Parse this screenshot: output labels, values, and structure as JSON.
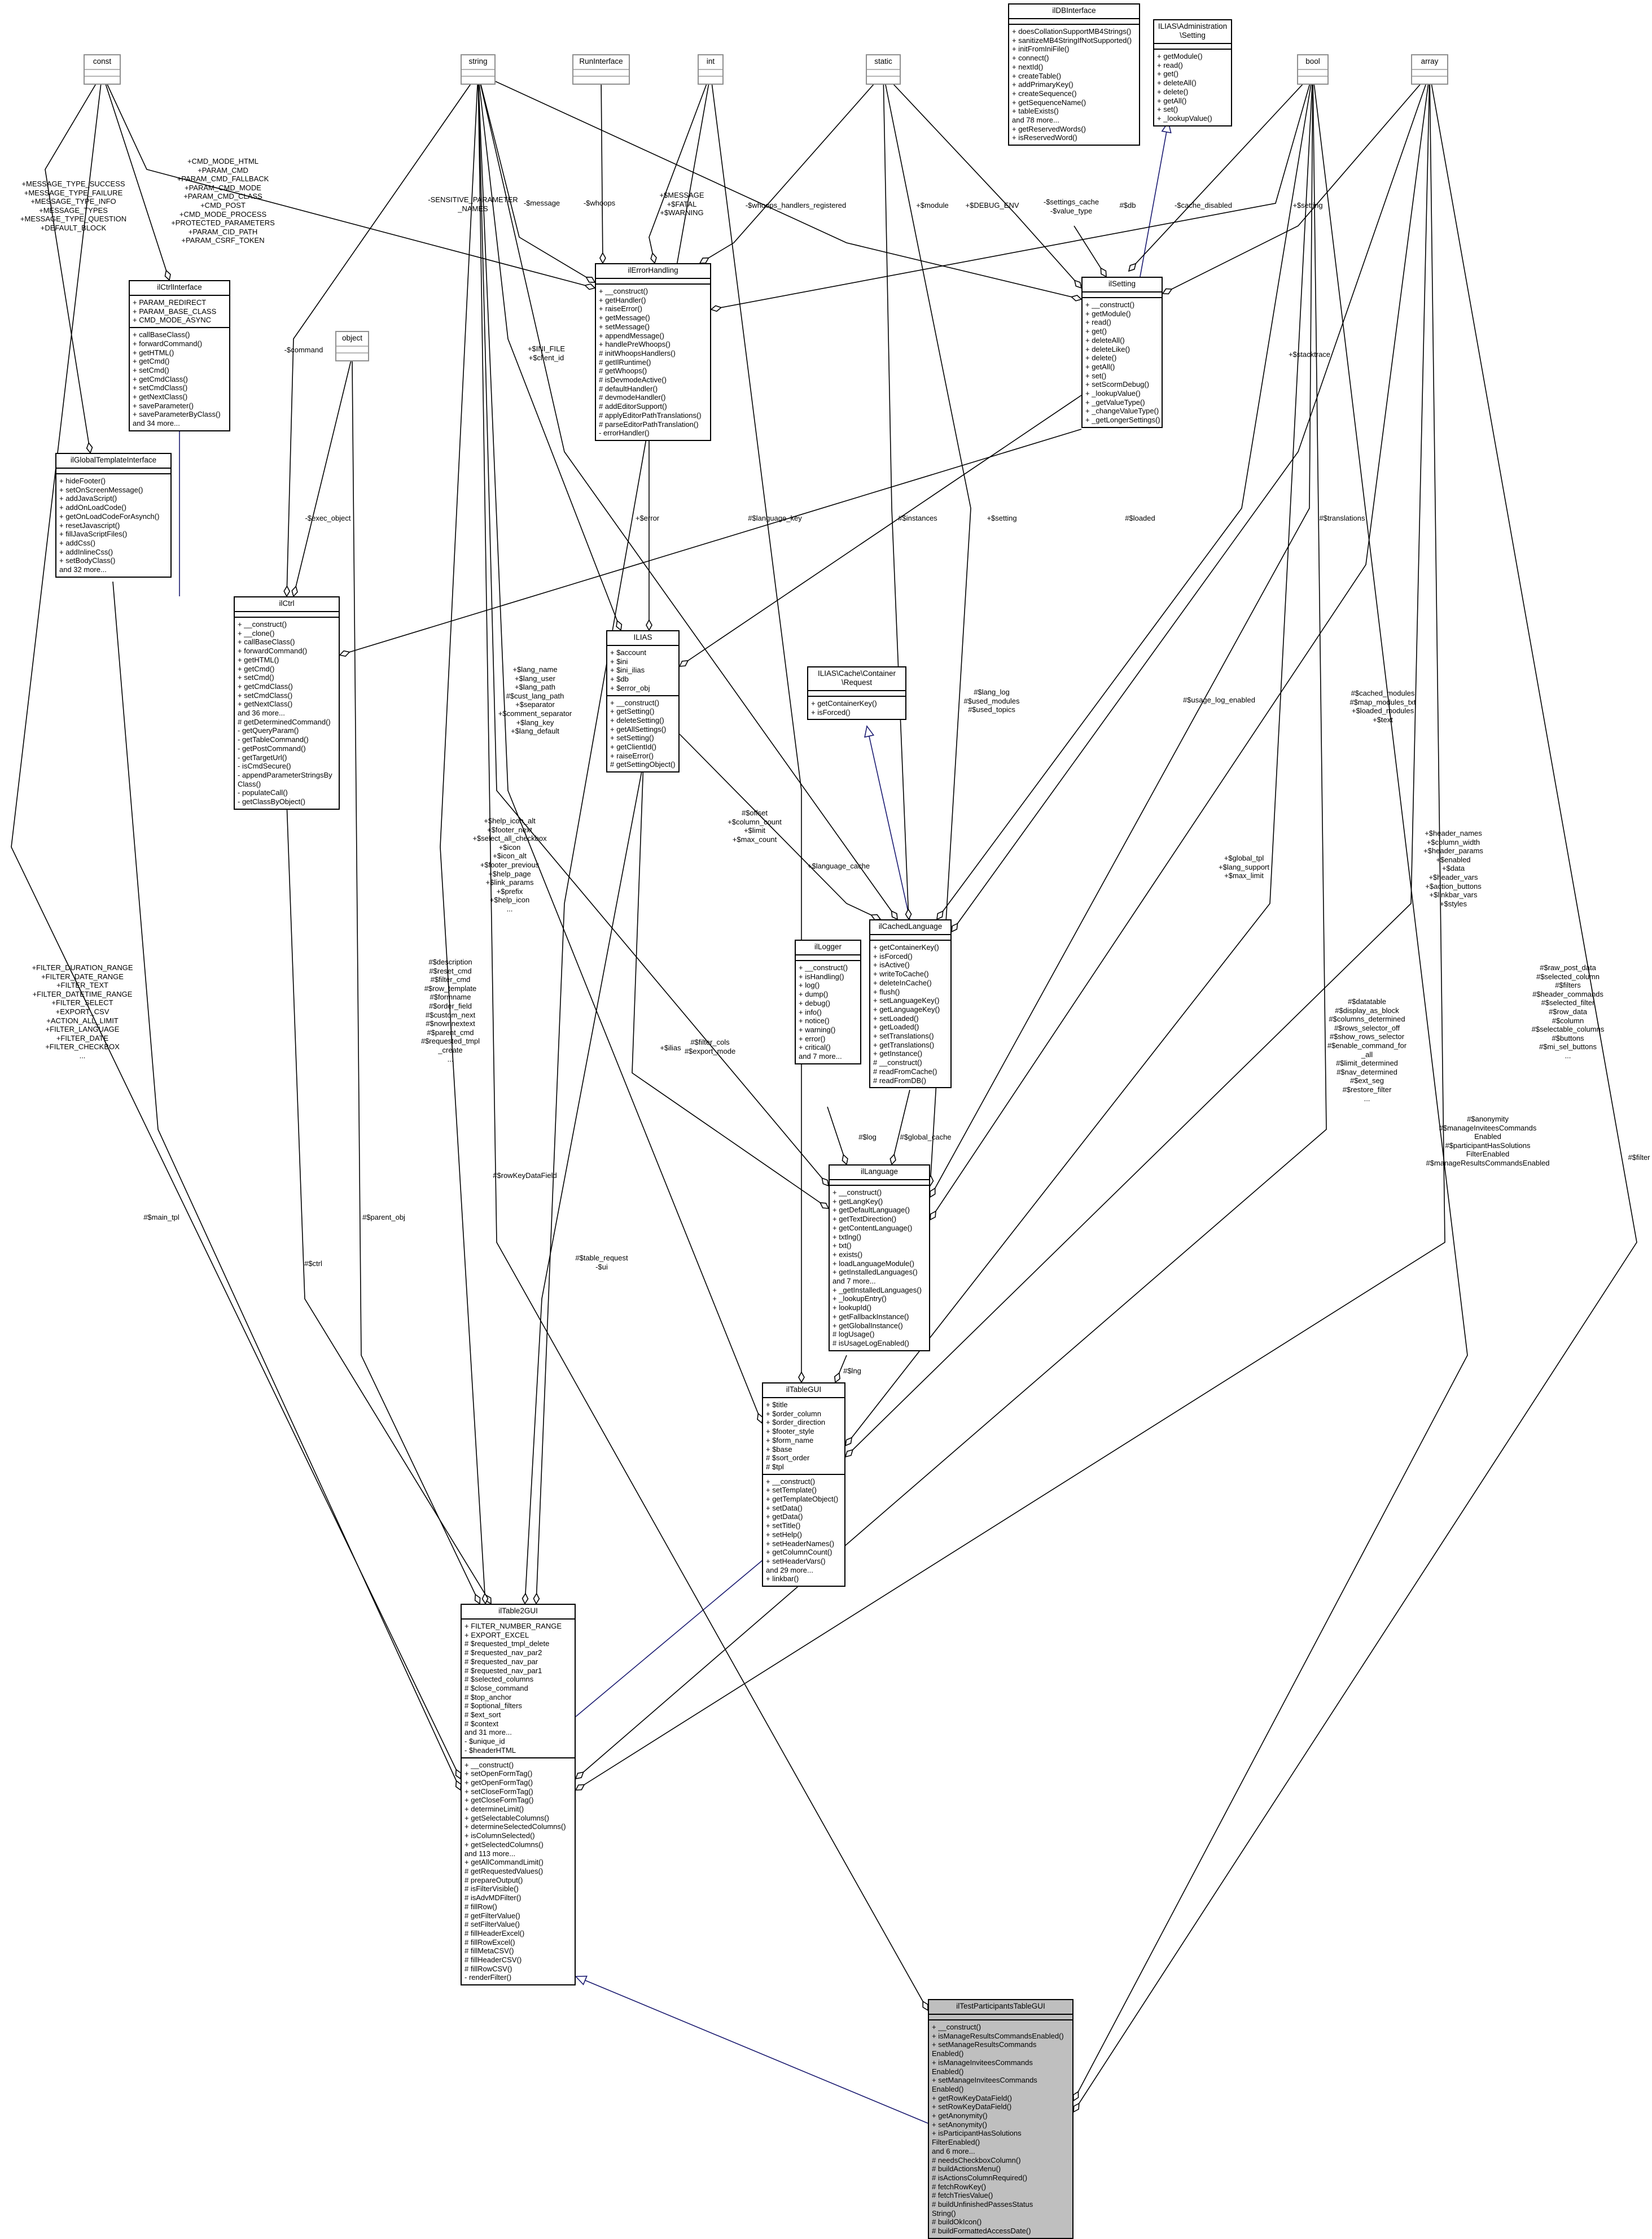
{
  "diagram": {
    "title": "",
    "nodes": {
      "const": {
        "title": "const",
        "attrs": [],
        "ops": []
      },
      "string": {
        "title": "string",
        "attrs": [],
        "ops": []
      },
      "runinterface": {
        "title": "RunInterface",
        "attrs": [],
        "ops": []
      },
      "int": {
        "title": "int",
        "attrs": [],
        "ops": []
      },
      "static": {
        "title": "static",
        "attrs": [],
        "ops": []
      },
      "ildbinterface": {
        "title": "ilDBInterface",
        "attrs": [],
        "ops": [
          "+ doesCollationSupportMB4Strings()",
          "+ sanitizeMB4StringIfNotSupported()",
          "+ initFromIniFile()",
          "+ connect()",
          "+ nextId()",
          "+ createTable()",
          "+ addPrimaryKey()",
          "+ createSequence()",
          "+ getSequenceName()",
          "+ tableExists()",
          "and 78 more...",
          "+ getReservedWords()",
          "+ isReservedWord()"
        ]
      },
      "iliasadminsetting": {
        "title": "ILIAS\\Administration\n\\Setting",
        "attrs": [],
        "ops": [
          "+ getModule()",
          "+ read()",
          "+ get()",
          "+ deleteAll()",
          "+ delete()",
          "+ getAll()",
          "+ set()",
          "+ _lookupValue()"
        ]
      },
      "bool": {
        "title": "bool",
        "attrs": [],
        "ops": []
      },
      "array": {
        "title": "array",
        "attrs": [],
        "ops": []
      },
      "object": {
        "title": "object",
        "attrs": [],
        "ops": []
      },
      "ilctrlinterface": {
        "title": "ilCtrlInterface",
        "attrs": [
          "+ PARAM_REDIRECT",
          "+ PARAM_BASE_CLASS",
          "+ CMD_MODE_ASYNC"
        ],
        "ops": [
          "+ callBaseClass()",
          "+ forwardCommand()",
          "+ getHTML()",
          "+ getCmd()",
          "+ setCmd()",
          "+ getCmdClass()",
          "+ setCmdClass()",
          "+ getNextClass()",
          "+ saveParameter()",
          "+ saveParameterByClass()",
          "and 34 more..."
        ]
      },
      "ilglobaltemplateinterface": {
        "title": "ilGlobalTemplateInterface",
        "attrs": [],
        "ops": [
          "+ hideFooter()",
          "+ setOnScreenMessage()",
          "+ addJavaScript()",
          "+ addOnLoadCode()",
          "+ getOnLoadCodeForAsynch()",
          "+ resetJavascript()",
          "+ fillJavaScriptFiles()",
          "+ addCss()",
          "+ addInlineCss()",
          "+ setBodyClass()",
          "and 32 more..."
        ]
      },
      "ilerrorhandling": {
        "title": "ilErrorHandling",
        "attrs": [],
        "ops": [
          "+ __construct()",
          "+ getHandler()",
          "+ raiseError()",
          "+ getMessage()",
          "+ setMessage()",
          "+ appendMessage()",
          "+ handlePreWhoops()",
          "# initWhoopsHandlers()",
          "# getIlRuntime()",
          "# getWhoops()",
          "# isDevmodeActive()",
          "# defaultHandler()",
          "# devmodeHandler()",
          "# addEditorSupport()",
          "# applyEditorPathTranslations()",
          "# parseEditorPathTranslation()",
          "- errorHandler()"
        ]
      },
      "ilsetting": {
        "title": "ilSetting",
        "attrs": [],
        "ops": [
          "+ __construct()",
          "+ getModule()",
          "+ read()",
          "+ get()",
          "+ deleteAll()",
          "+ deleteLike()",
          "+ delete()",
          "+ getAll()",
          "+ set()",
          "+ setScormDebug()",
          "+ _lookupValue()",
          "+ _getValueType()",
          "+ _changeValueType()",
          "+ _getLongerSettings()"
        ]
      },
      "ilctrl": {
        "title": "ilCtrl",
        "attrs": [],
        "ops": [
          "+ __construct()",
          "+ __clone()",
          "+ callBaseClass()",
          "+ forwardCommand()",
          "+ getHTML()",
          "+ getCmd()",
          "+ setCmd()",
          "+ getCmdClass()",
          "+ setCmdClass()",
          "+ getNextClass()",
          "and 36 more...",
          "# getDeterminedCommand()",
          "- getQueryParam()",
          "- getTableCommand()",
          "- getPostCommand()",
          "- getTargetUrl()",
          "- isCmdSecure()",
          "- appendParameterStringsBy",
          "Class()",
          "- populateCall()",
          "- getClassByObject()"
        ]
      },
      "ilias": {
        "title": "ILIAS",
        "attrs": [
          "+ $account",
          "+ $ini",
          "+ $ini_ilias",
          "+ $db",
          "+ $error_obj"
        ],
        "ops": [
          "+ __construct()",
          "+ getSetting()",
          "+ deleteSetting()",
          "+ getAllSettings()",
          "+ setSetting()",
          "+ getClientId()",
          "+ raiseError()",
          "# getSettingObject()"
        ]
      },
      "iliascache": {
        "title": "ILIAS\\Cache\\Container\n\\Request",
        "attrs": [],
        "ops": [
          "+ getContainerKey()",
          "+ isForced()"
        ]
      },
      "ilcachedlanguage": {
        "title": "ilCachedLanguage",
        "attrs": [],
        "ops": [
          "+ getContainerKey()",
          "+ isForced()",
          "+ isActive()",
          "+ writeToCache()",
          "+ deleteInCache()",
          "+ flush()",
          "+ setLanguageKey()",
          "+ getLanguageKey()",
          "+ setLoaded()",
          "+ getLoaded()",
          "+ setTranslations()",
          "+ getTranslations()",
          "+ getInstance()",
          "# __construct()",
          "# readFromCache()",
          "# readFromDB()"
        ]
      },
      "illogger": {
        "title": "ilLogger",
        "attrs": [],
        "ops": [
          "+ __construct()",
          "+ isHandling()",
          "+ log()",
          "+ dump()",
          "+ debug()",
          "+ info()",
          "+ notice()",
          "+ warning()",
          "+ error()",
          "+ critical()",
          "and 7 more..."
        ]
      },
      "illanguage": {
        "title": "ilLanguage",
        "attrs": [],
        "ops": [
          "+ __construct()",
          "+ getLangKey()",
          "+ getDefaultLanguage()",
          "+ getTextDirection()",
          "+ getContentLanguage()",
          "+ txtlng()",
          "+ txt()",
          "+ exists()",
          "+ loadLanguageModule()",
          "+ getInstalledLanguages()",
          "and 7 more...",
          "+ _getInstalledLanguages()",
          "+ _lookupEntry()",
          "+ lookupId()",
          "+ getFallbackInstance()",
          "+ getGlobalInstance()",
          "# logUsage()",
          "# isUsageLogEnabled()"
        ]
      },
      "iltablegui": {
        "title": "ilTableGUI",
        "attrs": [
          "+ $title",
          "+ $order_column",
          "+ $order_direction",
          "+ $footer_style",
          "+ $form_name",
          "+ $base",
          "# $sort_order",
          "# $tpl"
        ],
        "ops": [
          "+ __construct()",
          "+ setTemplate()",
          "+ getTemplateObject()",
          "+ setData()",
          "+ getData()",
          "+ setTitle()",
          "+ setHelp()",
          "+ setHeaderNames()",
          "+ getColumnCount()",
          "+ setHeaderVars()",
          "and 29 more...",
          "+ linkbar()"
        ]
      },
      "iltable2gui": {
        "title": "ilTable2GUI",
        "attrs": [
          "+ FILTER_NUMBER_RANGE",
          "+ EXPORT_EXCEL",
          "# $requested_tmpl_delete",
          "# $requested_nav_par2",
          "# $requested_nav_par",
          "# $requested_nav_par1",
          "# $selected_columns",
          "# $close_command",
          "# $top_anchor",
          "# $optional_filters",
          "# $ext_sort",
          "# $context",
          "and 31 more...",
          "- $unique_id",
          "- $headerHTML"
        ],
        "ops": [
          "+ __construct()",
          "+ setOpenFormTag()",
          "+ getOpenFormTag()",
          "+ setCloseFormTag()",
          "+ getCloseFormTag()",
          "+ determineLimit()",
          "+ getSelectableColumns()",
          "+ determineSelectedColumns()",
          "+ isColumnSelected()",
          "+ getSelectedColumns()",
          "and 113 more...",
          "+ getAllCommandLimit()",
          "# getRequestedValues()",
          "# prepareOutput()",
          "# isFilterVisible()",
          "# isAdvMDFilter()",
          "# fillRow()",
          "# getFilterValue()",
          "# setFilterValue()",
          "# fillHeaderExcel()",
          "# fillRowExcel()",
          "# fillMetaCSV()",
          "# fillHeaderCSV()",
          "# fillRowCSV()",
          "- renderFilter()"
        ]
      },
      "iltestparticipantstablegui": {
        "title": "ilTestParticipantsTableGUI",
        "attrs": [],
        "ops": [
          "+ __construct()",
          "+ isManageResultsCommandsEnabled()",
          "+ setManageResultsCommands",
          "Enabled()",
          "+ isManageInviteesCommands",
          "Enabled()",
          "+ setManageInviteesCommands",
          "Enabled()",
          "+ getRowKeyDataField()",
          "+ setRowKeyDataField()",
          "+ getAnonymity()",
          "+ setAnonymity()",
          "+ isParticipantHasSolutions",
          "FilterEnabled()",
          "and 6 more...",
          "# needsCheckboxColumn()",
          "# buildActionsMenu()",
          "# isActionsColumnRequired()",
          "# fetchRowKey()",
          "# fetchTriesValue()",
          "# buildUnfinishedPassesStatus",
          "String()",
          "# buildOkIcon()",
          "# buildFormattedAccessDate()"
        ]
      }
    },
    "edge_labels": {
      "l_ctrlconst": "+CMD_MODE_HTML\n+PARAM_CMD\n+PARAM_CMD_FALLBACK\n+PARAM_CMD_MODE\n+PARAM_CMD_CLASS\n+CMD_POST\n+CMD_MODE_PROCESS\n+PROTECTED_PARAMETERS\n+PARAM_CID_PATH\n+PARAM_CSRF_TOKEN",
      "l_gticonst": "+MESSAGE_TYPE_SUCCESS\n+MESSAGE_TYPE_FAILURE\n+MESSAGE_TYPE_INFO\n+MESSAGE_TYPES\n+MESSAGE_TYPE_QUESTION\n+DEFAULT_BLOCK",
      "l_sensitive": "-SENSITIVE_PARAMETER\n_NAMES",
      "l_message": "-$message",
      "l_whoops": "-$whoops",
      "l_errint": "+$MESSAGE\n+$FATAL\n+$WARNING",
      "l_whoopsreg": "-$whoops_handlers_registered",
      "l_module": "+$module",
      "l_debugenv": "+$DEBUG_ENV",
      "l_settingscache": "-$settings_cache\n-$value_type",
      "l_db": "#$db",
      "l_cachedisabled": "-$cache_disabled",
      "l_setting": "+$setting",
      "l_command": "-$command",
      "l_iniclient": "+$INI_FILE\n+$client_id",
      "l_execobj": "-$exec_object",
      "l_error": "+$error",
      "l_langkey": "#$language_key",
      "l_instances": "#$instances",
      "l_setting2": "+$setting",
      "l_loaded": "#$loaded",
      "l_stacktrace": "+$stacktrace",
      "l_translations": "#$translations",
      "l_langstrs": "+$lang_name\n+$lang_user\n+$lang_path\n#$cust_lang_path\n+$separator\n+$comment_separator\n+$lang_key\n+$lang_default",
      "l_langlog": "#$lang_log\n#$used_modules\n#$used_topics",
      "l_usagelog": "#$usage_log_enabled",
      "l_cachedmodules": "#$cached_modules\n#$map_modules_txt\n+$loaded_modules\n+$text",
      "l_langcache": "+$language_cache",
      "l_offset": "#$offset\n+$column_count\n+$limit\n+$max_count",
      "l_globaltpl": "+$global_tpl\n+$lang_support\n+$max_limit",
      "l_headernames": "+$header_names\n+$column_width\n+$header_params\n+$enabled\n+$data\n+$header_vars\n+$action_buttons\n+$linkbar_vars\n+$styles",
      "l_helpicon": "+$help_icon_alt\n+$footer_next\n+$select_all_checkbox\n+$icon\n+$icon_alt\n+$footer_previous\n+$help_page\n+$link_params\n+$prefix\n+$help_icon\n...",
      "l_ilias": "+$ilias",
      "l_log": "#$log",
      "l_globalcache": "#$global_cache",
      "l_filtercols": "#$filter_cols\n#$export_mode",
      "l_lng": "#$lng",
      "l_description": "#$description\n#$reset_cmd\n#$filter_cmd\n#$row_template\n#$formname\n#$order_field\n#$custom_next\n#$nowrinextext\n#$parent_cmd\n#$requested_tmpl\n_create\n...",
      "l_filterdur": "+FILTER_DURATION_RANGE\n+FILTER_DATE_RANGE\n+FILTER_TEXT\n+FILTER_DATETIME_RANGE\n+FILTER_SELECT\n+EXPORT_CSV\n+ACTION_ALL_LIMIT\n+FILTER_LANGUAGE\n+FILTER_DATE\n+FILTER_CHECKBOX\n...",
      "l_datatable": "#$datatable\n#$display_as_block\n#$columns_determined\n#$rows_selector_off\n#$show_rows_selector\n#$enable_command_for\n_all\n#$limit_determined\n#$nav_determined\n#$ext_seg\n#$restore_filter\n...",
      "l_rawpost": "#$raw_post_data\n#$selected_column\n#$filters\n#$header_commands\n#$selected_filter\n#$row_data\n#$column\n#$selectable_columns\n#$buttons\n#$mi_sel_buttons\n...",
      "l_anonymity": "#$anonymity\n#$manageInviteesCommands\nEnabled\n#$participantHasSolutions\nFilterEnabled\n#$manageResultsCommandsEnabled",
      "l_filter": "#$filter",
      "l_maintpl": "#$main_tpl",
      "l_parentobj": "#$parent_obj",
      "l_ctrl": "#$ctrl",
      "l_rowkey": "#$rowKeyDataField",
      "l_tablerequest": "#$table_request\n-$ui"
    }
  }
}
